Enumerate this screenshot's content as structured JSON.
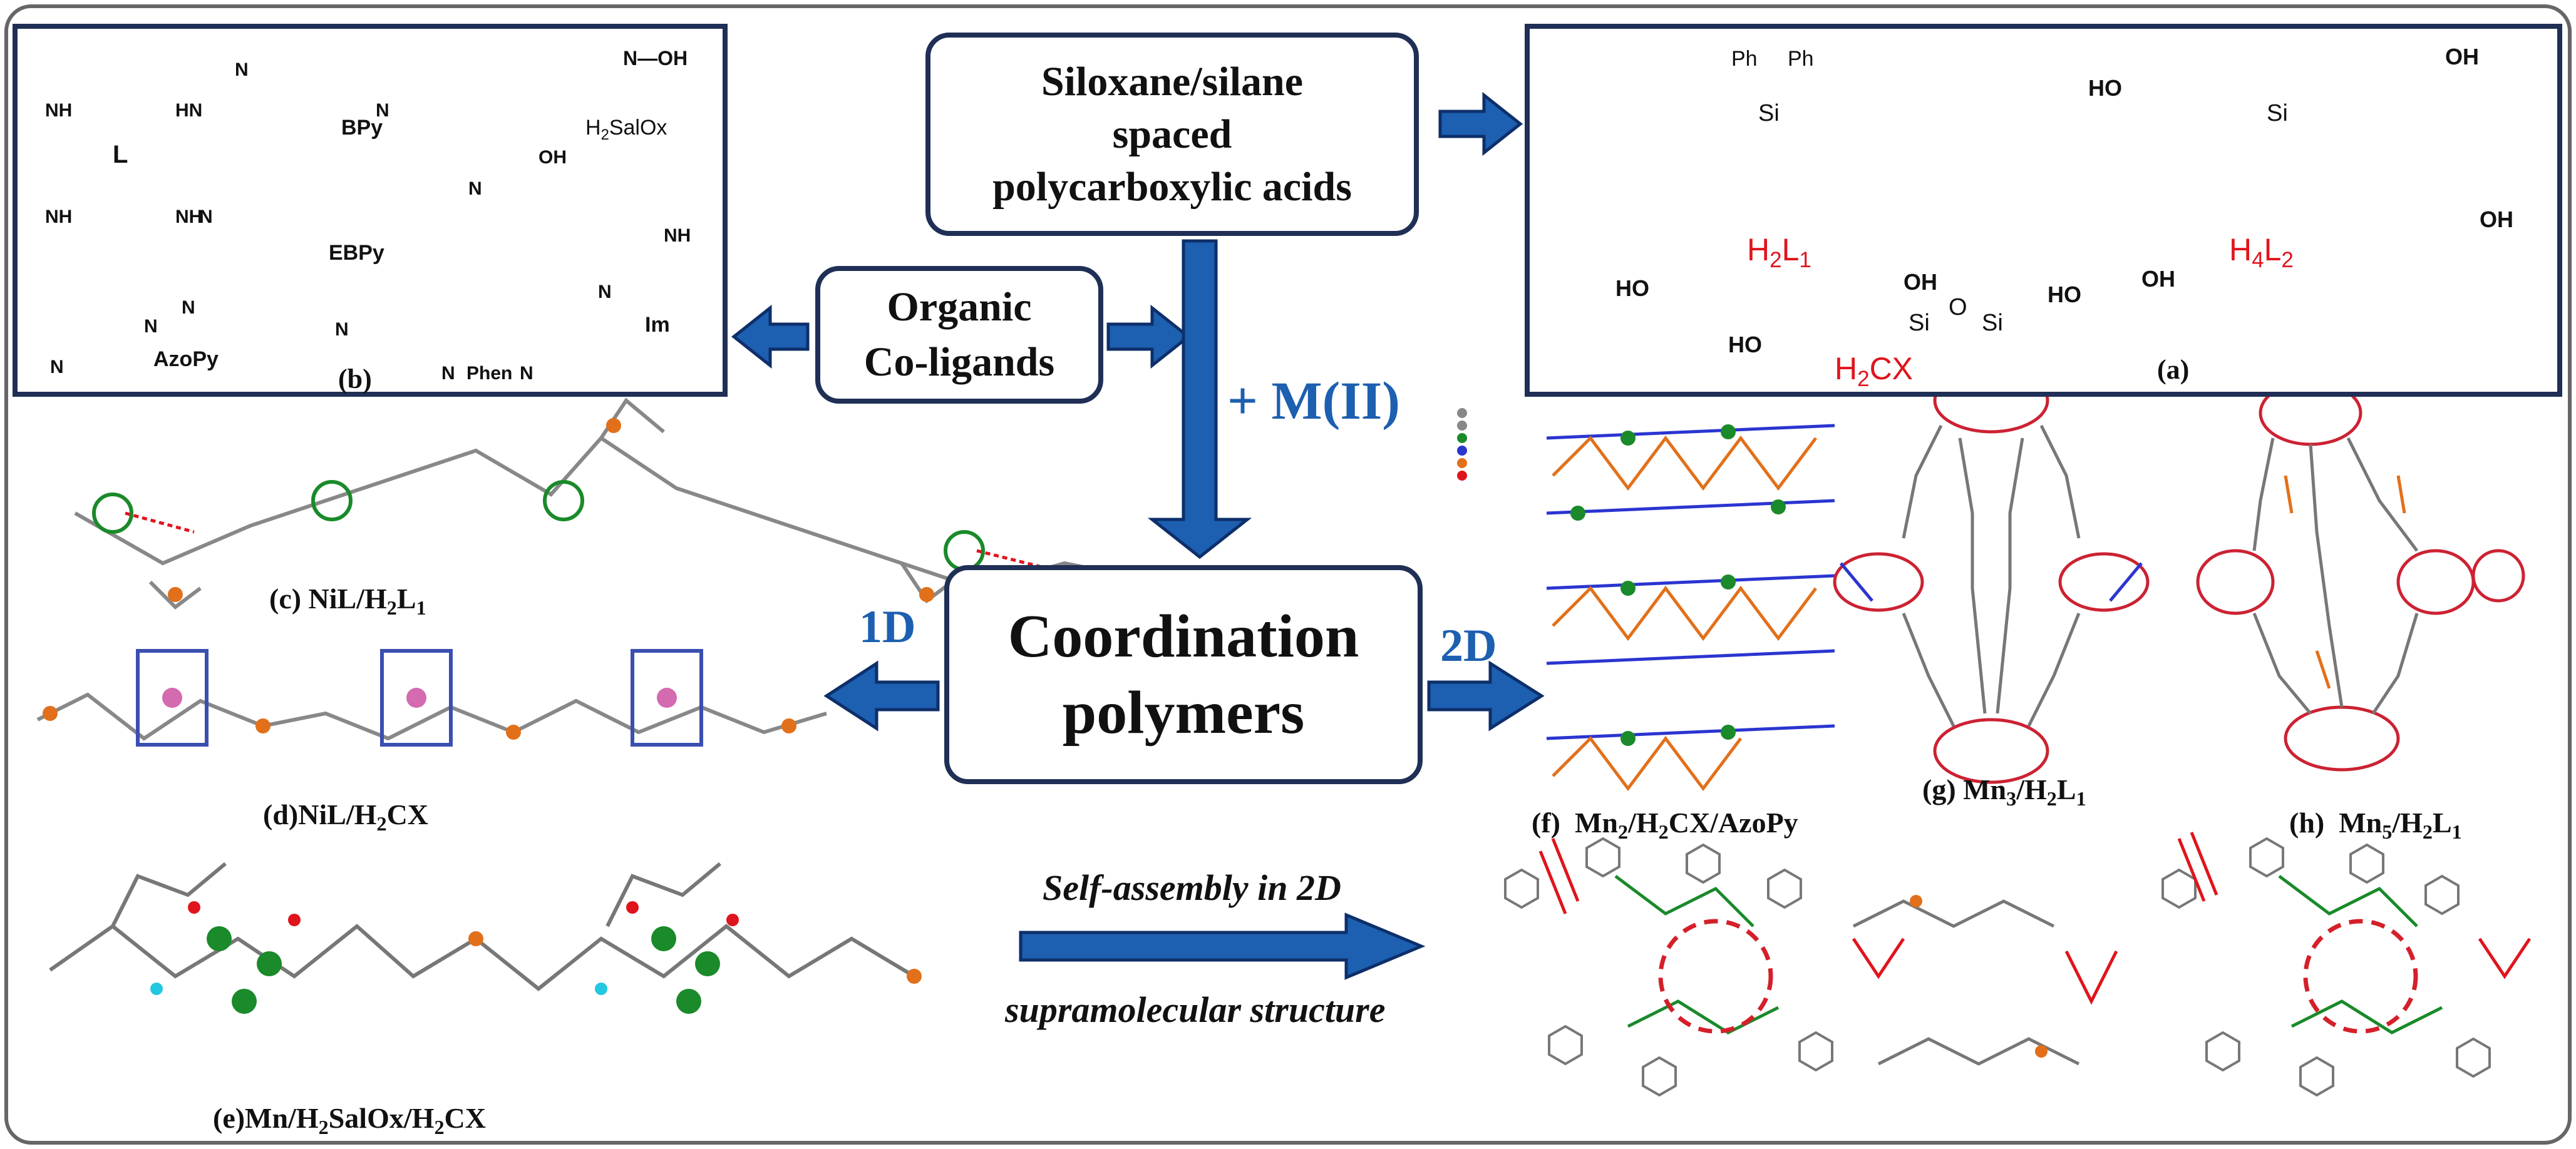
{
  "colors": {
    "frame": "#1f2f55",
    "arrow": "#1d5fb0",
    "label_red": "#e0141c",
    "metal_green": "#1a8a2a",
    "oxygen_red": "#e0141c",
    "silicon_orange": "#e2701a",
    "nitrogen_blue": "#2040d0",
    "carbon_grey": "#8a8a8a"
  },
  "center": {
    "siloxane_box": {
      "line1": "Siloxane/silane",
      "line2": "spaced",
      "line3": "polycarboxylic acids"
    },
    "coligand_box": {
      "line1": "Organic",
      "line2": "Co-ligands"
    },
    "metal_label": "+ M(II)",
    "cp_box": {
      "line1": "Coordination",
      "line2": "polymers"
    },
    "label_1d": "1D",
    "label_2d": "2D",
    "self_assembly": {
      "line1": "Self-assembly in 2D",
      "line2": "supramolecular structure"
    }
  },
  "panel_a": {
    "tag": "(a)",
    "ph": "Ph",
    "si": "Si",
    "o": "O",
    "oh": "OH",
    "ho": "HO",
    "h2l1": {
      "main": "H",
      "sub1": "2",
      "mid": "L",
      "sub2": "1"
    },
    "h4l2": {
      "main": "H",
      "sub1": "4",
      "mid": "L",
      "sub2": "2"
    },
    "h2cx": {
      "main": "H",
      "sub1": "2",
      "mid": "CX"
    }
  },
  "panel_b": {
    "tag": "(b)",
    "L": "L",
    "nh": "NH",
    "hn": "HN",
    "n": "N",
    "bpy": "BPy",
    "ebpy": "EBPy",
    "azopy": "AzoPy",
    "phen": "Phen",
    "im": "Im",
    "oh": "OH",
    "h2salox": {
      "main": "H",
      "sub1": "2",
      "rest": "SalOx"
    },
    "noh": "N—OH"
  },
  "captions": {
    "c": {
      "a": "(c) NiL/H",
      "b": "2",
      "c": "L",
      "d": "1"
    },
    "d": {
      "a": "(d)NiL/H",
      "b": "2",
      "c": "CX"
    },
    "e": {
      "a": "(e)Mn/H",
      "b": "2",
      "c": "SalOx/H",
      "d": "2",
      "e": "CX"
    },
    "f": {
      "a": "(f)  Mn",
      "b": "2",
      "c": "/H",
      "d": "2",
      "e": "CX/AzoPy"
    },
    "g": {
      "a": "(g) Mn",
      "b": "3",
      "c": "/H",
      "d": "2",
      "e": "L",
      "f": "1"
    },
    "h": {
      "a": "(h)  Mn",
      "b": "5",
      "c": "/H",
      "d": "2",
      "e": "L",
      "f": "1"
    }
  }
}
